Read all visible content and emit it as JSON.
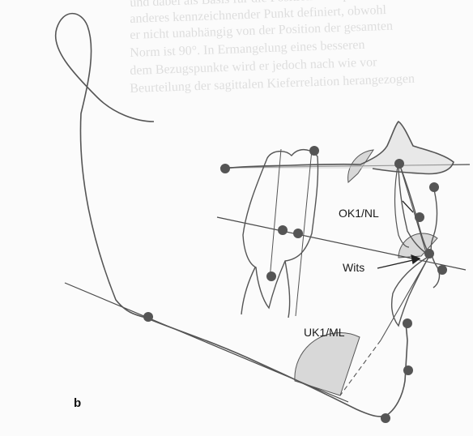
{
  "background_text": [
    "und dabei als Basis für die Position der Sp",
    "anderes kennzeichnender Punkt definiert, obwohl",
    "er nicht unabhängig von der Position der gesamten",
    "Norm ist 90°. In Ermangelung eines besseren",
    "dem Bezugspunkte wird er jedoch nach wie vor",
    "Beurteilung der sagittalen Kieferrelation herangezogen"
  ],
  "labels": {
    "ok1_nl": "OK1/NL",
    "wits": "Wits",
    "uk1_ml": "UK1/ML",
    "panel": "b"
  },
  "colors": {
    "landmark": "#555555",
    "line": "#4a4a4a",
    "angle_fill": "#c9c9c9"
  }
}
